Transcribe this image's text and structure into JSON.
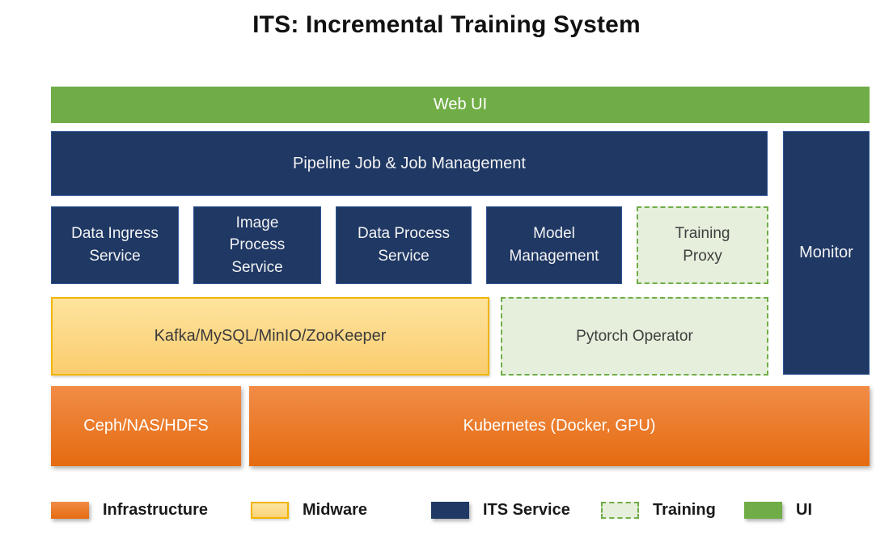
{
  "title": "ITS: Incremental Training System",
  "boxes": {
    "web_ui": "Web UI",
    "pipeline": "Pipeline Job & Job Management",
    "monitor": "Monitor",
    "data_ingress": "Data Ingress\nService",
    "image_process": "Image\nProcess\nService",
    "data_process": "Data Process\nService",
    "model_management": "Model\nManagement",
    "training_proxy": "Training\nProxy",
    "midware": "Kafka/MySQL/MinIO/ZooKeeper",
    "pytorch_operator": "Pytorch Operator",
    "storage": "Ceph/NAS/HDFS",
    "kubernetes": "Kubernetes (Docker, GPU)"
  },
  "legend": {
    "infrastructure": "Infrastructure",
    "midware": "Midware",
    "its_service": "ITS Service",
    "training": "Training",
    "ui": "UI"
  },
  "colors": {
    "ui_green": "#70AD47",
    "its_navy": "#1F3864",
    "navy_border": "#2F5597",
    "training_fill": "#E5EFDB",
    "training_border": "#70AD47",
    "midware_gradient_top": "#FDE49E",
    "midware_gradient_bottom": "#FBCC6E",
    "midware_border": "#F2B400",
    "infrastructure_gradient_top": "#F18C47",
    "infrastructure_gradient_bottom": "#E56B10",
    "text_on_dark": "#F2F2F2",
    "text_on_light": "#404040",
    "title_text": "#111111"
  }
}
